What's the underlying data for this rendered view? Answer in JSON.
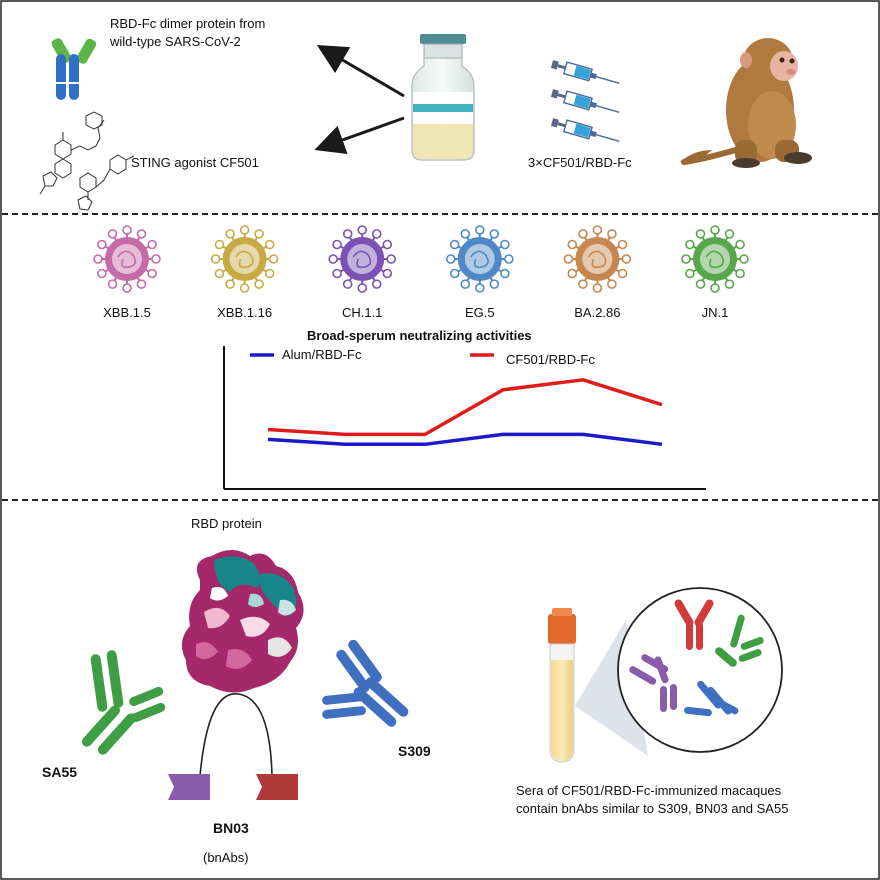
{
  "panel1": {
    "fc_label_line1": "RBD-Fc dimer protein from",
    "fc_label_line2": "wild-type SARS-CoV-2",
    "sting_label": "STING agonist CF501",
    "dose_label": "3×CF501/RBD-Fc"
  },
  "panel2": {
    "variants": [
      {
        "name": "XBB.1.5",
        "color": "#c46aa7"
      },
      {
        "name": "XBB.1.16",
        "color": "#c8aa45"
      },
      {
        "name": "CH.1.1",
        "color": "#7a52b3"
      },
      {
        "name": "EG.5",
        "color": "#4f88c6"
      },
      {
        "name": "BA.2.86",
        "color": "#c5874f"
      },
      {
        "name": "JN.1",
        "color": "#58a64b"
      }
    ]
  },
  "chart_data": {
    "type": "line",
    "title": "Broad-sperum neutralizing activities",
    "categories": [
      "XBB.1.5",
      "XBB.1.16",
      "CH.1.1",
      "EG.5",
      "BA.2.86",
      "JN.1"
    ],
    "series": [
      {
        "name": "Alum/RBD-Fc",
        "color": "#1a1acc",
        "values": [
          1.0,
          0.9,
          0.9,
          1.1,
          1.1,
          0.9
        ]
      },
      {
        "name": "CF501/RBD-Fc",
        "color": "#e01b1b",
        "values": [
          1.2,
          1.1,
          1.1,
          2.0,
          2.2,
          1.7
        ]
      }
    ],
    "legend": "top",
    "grid": false
  },
  "panel3": {
    "rbd_label": "RBD protein",
    "sa55_label": "SA55",
    "s309_label": "S309",
    "bn03_label": "BN03",
    "bnabs_label": "(bnAbs)",
    "sera_line1": "Sera of CF501/RBD-Fc-immunized macaques",
    "sera_line2": "contain bnAbs similar to S309, BN03 and SA55"
  }
}
